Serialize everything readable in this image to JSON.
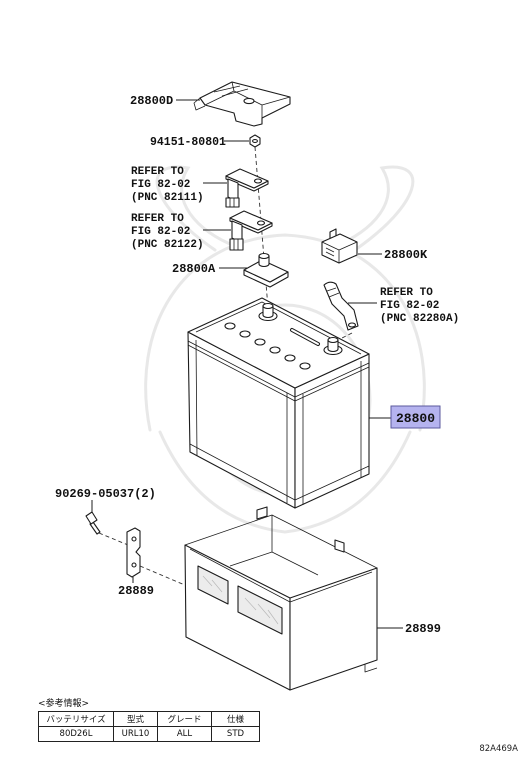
{
  "callouts": {
    "cover": "28800D",
    "nut": "94151-80801",
    "ref_82111": {
      "line1": "REFER TO",
      "line2": "FIG 82-02",
      "line3": "(PNC 82111)"
    },
    "ref_82122": {
      "line1": "REFER TO",
      "line2": "FIG 82-02",
      "line3": "(PNC 82122)"
    },
    "bracket": "28800A",
    "connector": "28800K",
    "ref_82280a": {
      "line1": "REFER TO",
      "line2": "FIG 82-02",
      "line3": "(PNC 82280A)"
    },
    "battery": "28800",
    "bolt": "90269-05037(2)",
    "clip": "28889",
    "tray": "28899"
  },
  "reference_info": {
    "title": "<参考情報>",
    "columns": [
      "バッテリサイズ",
      "型式",
      "グレード",
      "仕様"
    ],
    "rows": [
      [
        "80D26L",
        "URL10",
        "ALL",
        "STD"
      ]
    ]
  },
  "figure_id": "82A469A",
  "colors": {
    "highlight_fill": "#b5b3ef",
    "highlight_border": "#5b5a9e",
    "line": "#1c1c1c"
  },
  "icons": {
    "watermark": "samurai-helmet-logo"
  }
}
